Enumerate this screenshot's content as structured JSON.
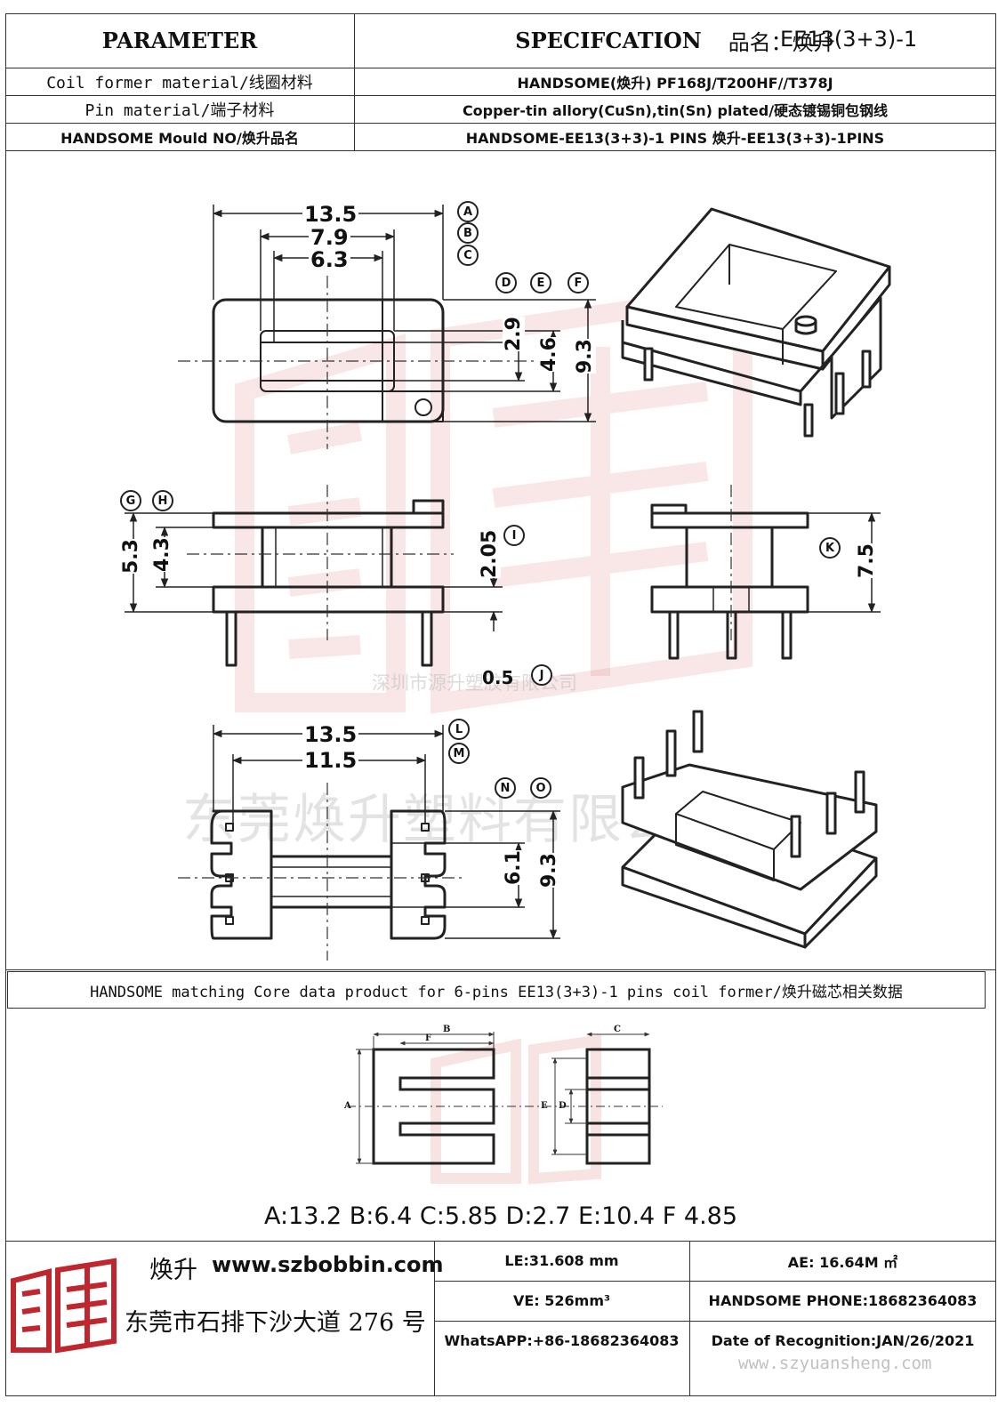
{
  "header": {
    "parameter_title": "PARAMETER",
    "spec_title": "SPECIFCATION",
    "product_name_label": "品名：焕升",
    "product_model": "EE13(3+3)-1"
  },
  "params": [
    {
      "label": "Coil former material/线圈材料",
      "value": "HANDSOME(焕升)   PF168J/T200HF//T378J"
    },
    {
      "label": "Pin material/端子材料",
      "value": "Copper-tin allory(CuSn),tin(Sn) plated/硬态镀锡铜包钢线"
    },
    {
      "label": "HANDSOME Mould NO/焕升品名",
      "value": "HANDSOME-EE13(3+3)-1 PINS     焕升-EE13(3+3)-1PINS"
    }
  ],
  "drawing": {
    "dims": {
      "a": "13.5",
      "b": "7.9",
      "c": "6.3",
      "d": "2.9",
      "e": "4.6",
      "f": "9.3",
      "g": "5.3",
      "h": "4.3",
      "i": "2.05",
      "k": "7.5",
      "j": "0.5",
      "l": "13.5",
      "m": "11.5",
      "n": "6.1",
      "o": "9.3"
    },
    "callouts": [
      "A",
      "B",
      "C",
      "D",
      "E",
      "F",
      "G",
      "H",
      "I",
      "J",
      "K",
      "L",
      "M",
      "N",
      "O"
    ]
  },
  "watermark": {
    "company_small": "深圳市源升塑胶有限公司",
    "company_large": "东莞焕升塑料有限公司",
    "website": "www.szyuansheng.com"
  },
  "core_section": {
    "title": "HANDSOME matching Core data  product for 6-pins EE13(3+3)-1 pins coil former/焕升磁芯相关数据",
    "labels": [
      "A",
      "B",
      "C",
      "D",
      "E",
      "F"
    ],
    "dims_text": "A:13.2 B:6.4 C:5.85 D:2.7 E:10.4 F 4.85"
  },
  "footer": {
    "brand": "焕升",
    "website": "www.szbobbin.com",
    "address": "东莞市石排下沙大道 276 号",
    "le": "LE:31.608 mm",
    "ae": "AE: 16.64M ㎡",
    "ve": "VE: 526mm³",
    "phone": "HANDSOME PHONE:18682364083",
    "whatsapp": "WhatsAPP:+86-18682364083",
    "date": "Date of Recognition:JAN/26/2021"
  },
  "colors": {
    "line": "#333333",
    "logo_red": "#c0262d",
    "watermark_red": "rgba(205,70,70,0.16)"
  }
}
